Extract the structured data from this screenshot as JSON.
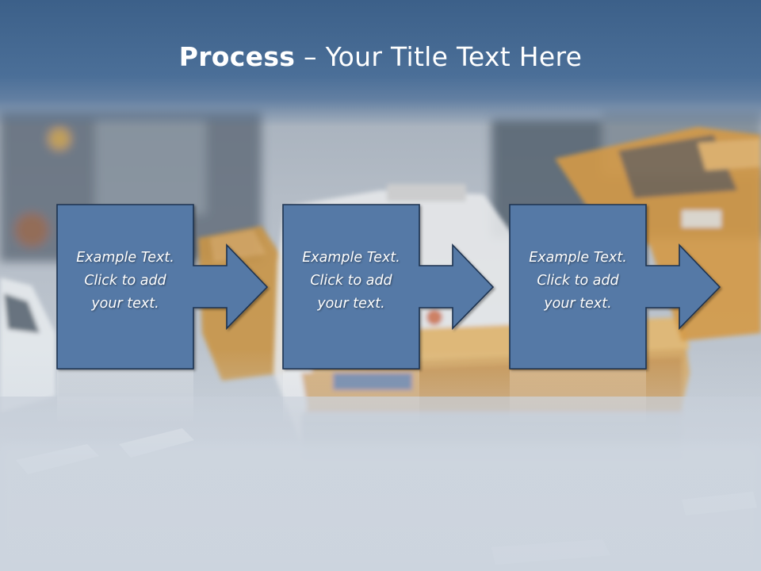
{
  "slide": {
    "title_bold": "Process",
    "title_rest": " – Your Title Text Here"
  },
  "steps": [
    {
      "line1": "Example Text.",
      "line2": "Click  to add",
      "line3": "your text."
    },
    {
      "line1": "Example Text.",
      "line2": "Click  to add",
      "line3": "your text."
    },
    {
      "line1": "Example Text.",
      "line2": "Click  to add",
      "line3": "your text."
    }
  ],
  "colors": {
    "header": "#4b6f98",
    "box_fill": "#5479a6",
    "box_stroke": "#1f3350",
    "text": "#ffffff"
  }
}
